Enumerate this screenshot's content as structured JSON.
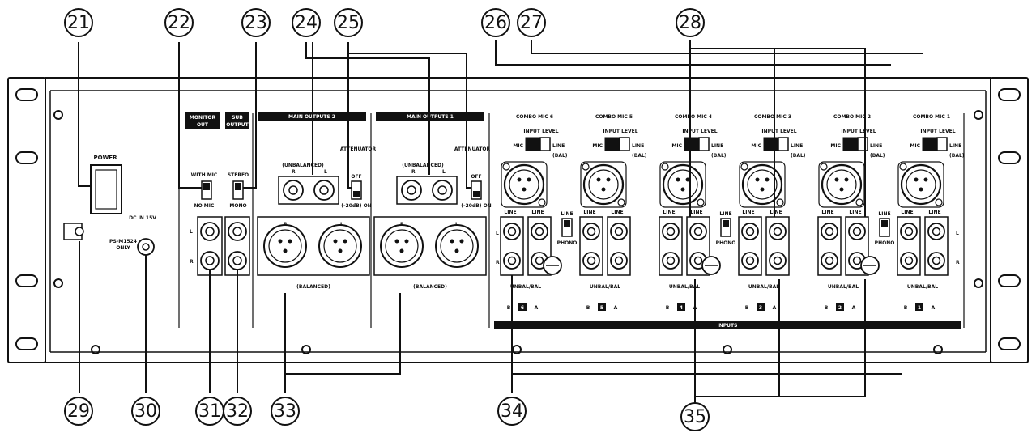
{
  "diagram": {
    "callouts": [
      "21",
      "22",
      "23",
      "24",
      "25",
      "26",
      "27",
      "28",
      "29",
      "30",
      "31",
      "32",
      "33",
      "34",
      "35"
    ],
    "power": "POWER",
    "monitor_out": [
      "MONITOR",
      "OUT"
    ],
    "sub_output": [
      "SUB",
      "OUTPUT"
    ],
    "main_outputs_2": "MAIN OUTPUTS 2",
    "main_outputs_1": "MAIN OUTPUTS 1",
    "mode_text": "(UNBALANCED)",
    "attenuator": "ATTENUATOR",
    "off": "OFF",
    "minus20db_on": "(-20dB) ON",
    "with_mic": "WITH MIC",
    "no_mic": "NO MIC",
    "stereo": "STEREO",
    "mono": "MONO",
    "dc_in": "DC IN 15V",
    "ps_model": [
      "PS-M1524",
      "ONLY"
    ],
    "balanced": "(BALANCED)",
    "inputs": "INPUTS",
    "ch_labels": [
      "COMBO MIC 6",
      "COMBO MIC 5",
      "COMBO MIC 4",
      "COMBO MIC 3",
      "COMBO MIC 2",
      "COMBO MIC 1"
    ],
    "input_level": "INPUT LEVEL",
    "mic": "MIC",
    "line": "LINE",
    "bal": "(BAL)",
    "line_jack": "LINE",
    "l": "L",
    "r": "R",
    "unbal_bal": "UNBAL/BAL",
    "b": "B",
    "a": "A",
    "phono": "PHONO",
    "ch_numbers": [
      "6",
      "5",
      "4",
      "3",
      "2",
      "1"
    ]
  }
}
